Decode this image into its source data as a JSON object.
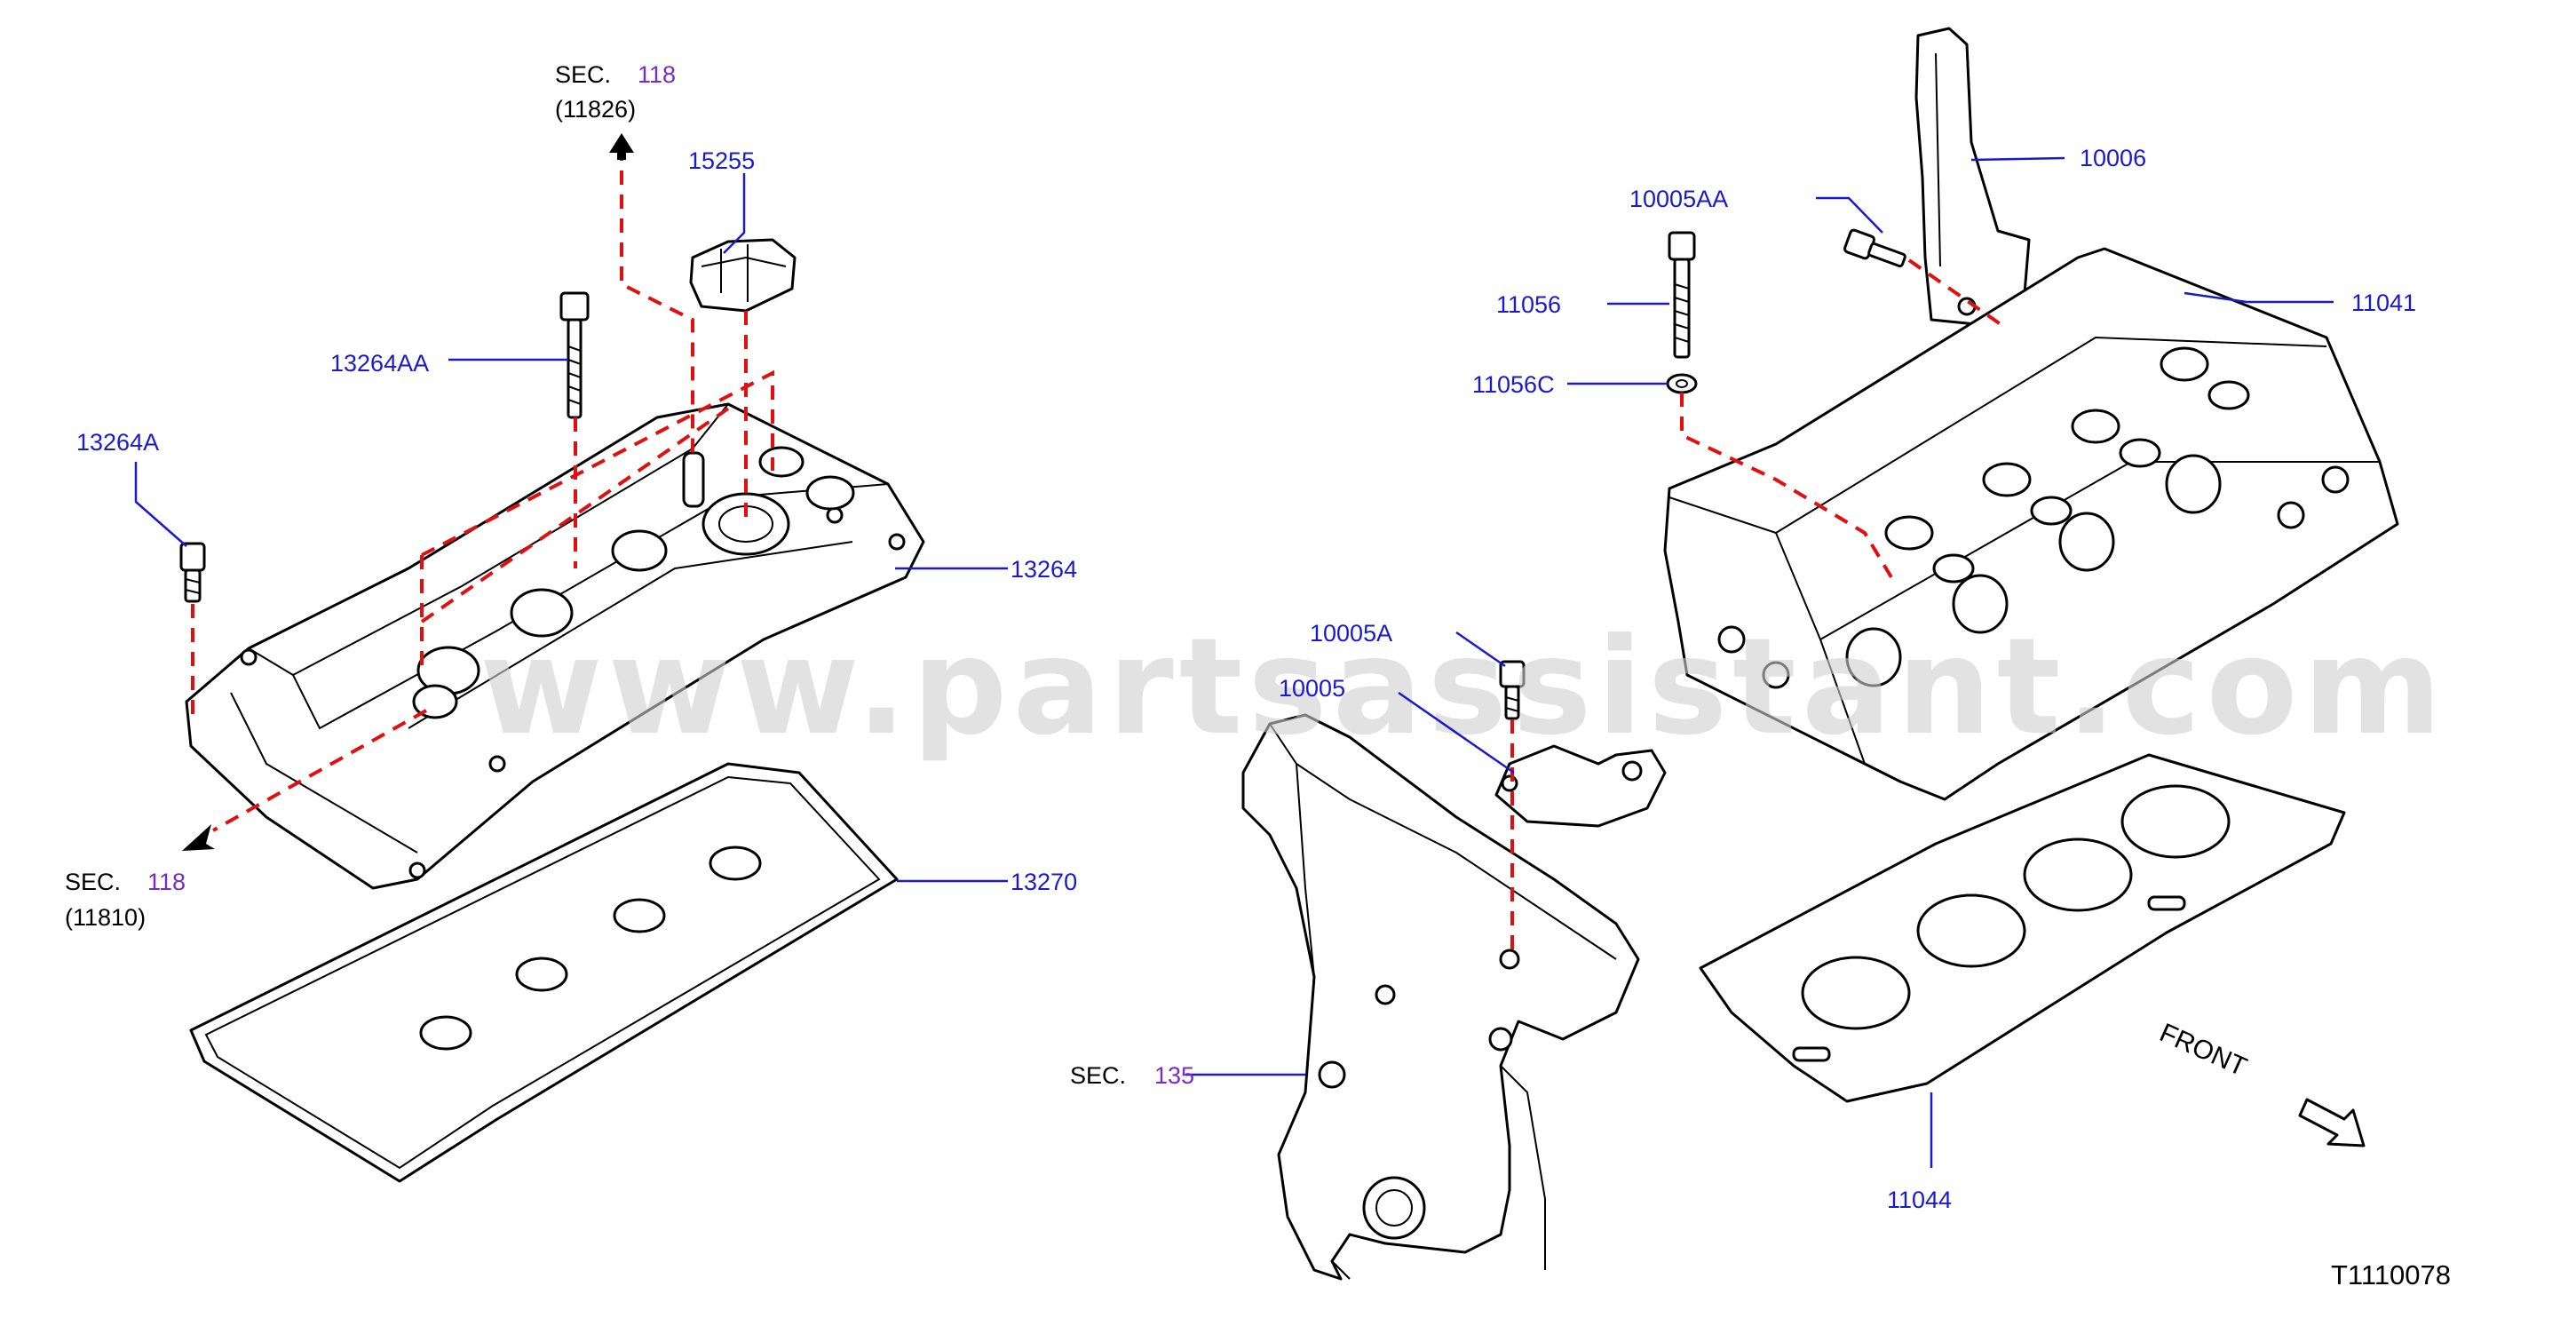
{
  "watermark": "www.partsassistant.com",
  "diagram_code": "T1110078",
  "front_label": "FRONT",
  "callouts": {
    "p15255": "15255",
    "p13264AA": "13264AA",
    "p13264A": "13264A",
    "p13264": "13264",
    "p13270": "13270",
    "p10006": "10006",
    "p10005AA": "10005AA",
    "p11056": "11056",
    "p11041": "11041",
    "p11056C": "11056C",
    "p10005A": "10005A",
    "p10005": "10005",
    "p11044": "11044"
  },
  "section_refs": {
    "top": {
      "label": "SEC.",
      "number": "118",
      "sub": "(11826)"
    },
    "left": {
      "label": "SEC.",
      "number": "118",
      "sub": "(11810)"
    },
    "bottom": {
      "label": "SEC.",
      "number": "135"
    }
  },
  "colors": {
    "callout_text": "#1a1acc",
    "section_number": "#7a2bc4",
    "dashed_guide": "#e01010",
    "watermark": "#cfcfcf"
  }
}
